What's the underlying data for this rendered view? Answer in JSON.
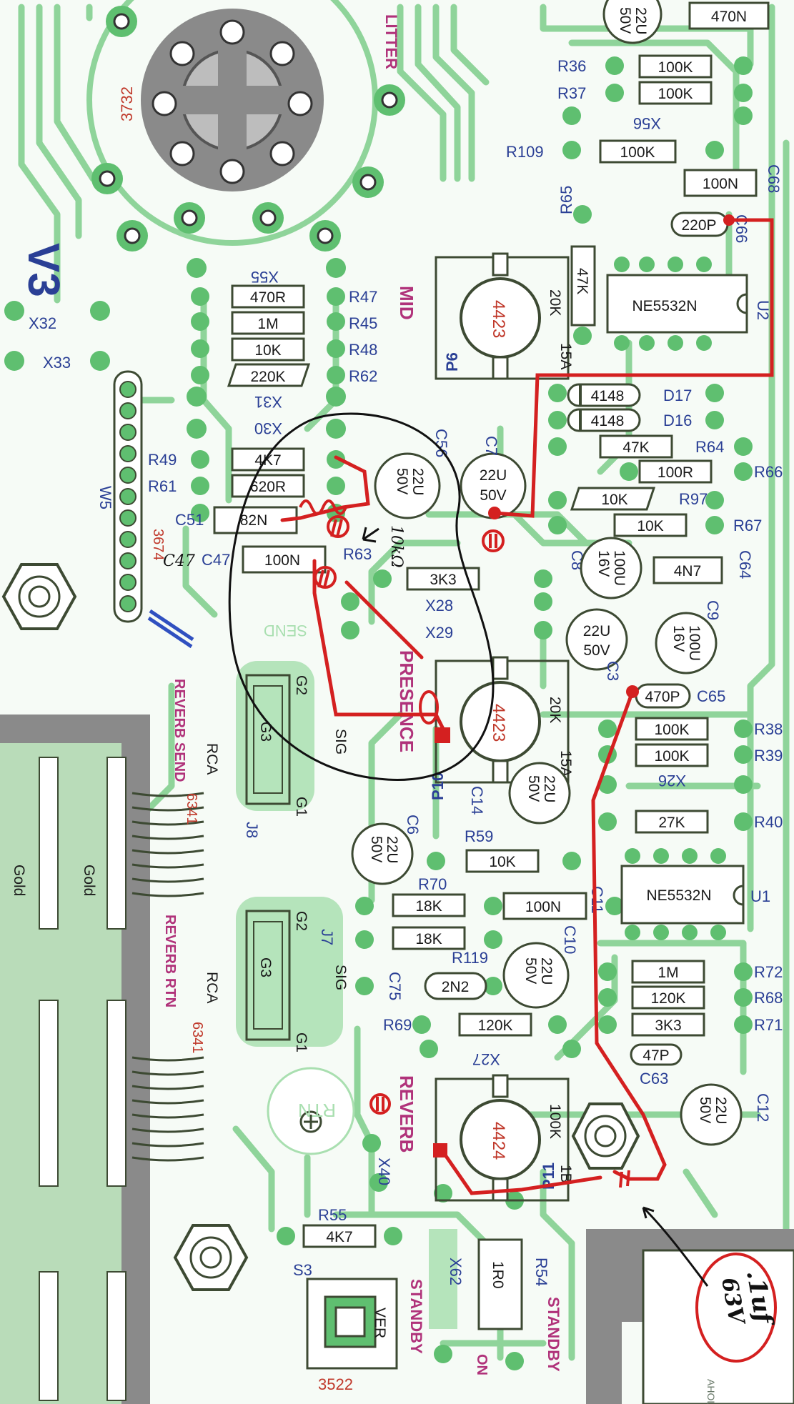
{
  "labels": {
    "r36": "R36",
    "r37": "R37",
    "r109": "R109",
    "r65": "R65",
    "c68": "C68",
    "c66": "C66",
    "r47": "R47",
    "r45": "R45",
    "r48": "R48",
    "r62": "R62",
    "r49": "R49",
    "r61": "R61",
    "c51": "C51",
    "c47": "C47",
    "c56": "C56",
    "c7": "C7",
    "r63": "R63",
    "c8": "C8",
    "r64": "R64",
    "r66": "R66",
    "r97": "R97",
    "r67": "R67",
    "c64": "C64",
    "c9": "C9",
    "c3": "C3",
    "c65": "C65",
    "r38": "R38",
    "r39": "R39",
    "r40": "R40",
    "c14": "C14",
    "c6": "C6",
    "r59": "R59",
    "r70": "R70",
    "c11": "C11",
    "c10": "C10",
    "r119": "R119",
    "c75": "C75",
    "r72": "R72",
    "r68": "R68",
    "r71": "R71",
    "r69": "R69",
    "c63": "C63",
    "c12": "C12",
    "r55": "R55",
    "r54": "R54",
    "d17": "D17",
    "d16": "D16",
    "u1": "U1",
    "u2": "U2",
    "p6": "P6",
    "p10": "P10",
    "p11": "P11",
    "j7": "J7",
    "j8": "J8",
    "s3": "S3",
    "w5": "W5",
    "v3": "V3",
    "x55": "X55",
    "x31": "X31",
    "x30": "X30",
    "x28": "X28",
    "x29": "X29",
    "x26": "X26",
    "x27": "X27",
    "x40": "X40",
    "x62": "X62",
    "x32": "X32",
    "x33": "X33",
    "x56": "X56",
    "g1a": "G1",
    "g2a": "G2",
    "g3a": "G3",
    "siga": "SIG",
    "g1b": "G1",
    "g2b": "G2",
    "g3b": "G3",
    "sigb": "SIG"
  },
  "values": {
    "c_top": "470N",
    "r36": "100K",
    "r37": "100K",
    "r109": "100K",
    "r65": "47K",
    "c68": "100N",
    "c66": "220P",
    "r47": "470R",
    "r45": "1M",
    "r48": "10K",
    "r62": "220K",
    "r49": "4K7",
    "r61": "620R",
    "c51": "82N",
    "c47": "100N",
    "r63": "3K3",
    "r64": "47K",
    "r66": "100R",
    "r97": "10K",
    "r67": "10K",
    "c64": "4N7",
    "c65": "470P",
    "r38": "100K",
    "r39": "100K",
    "r40": "27K",
    "r59": "10K",
    "r70": "18K",
    "c11": "100N",
    "r119": "18K",
    "c75": "2N2",
    "r72": "1M",
    "r68": "120K",
    "r71": "3K3",
    "r69": "120K",
    "c63": "47P",
    "r55": "4K7",
    "r54": "1R0",
    "d17": "4148",
    "d16": "4148",
    "u1": "NE5532N",
    "u2": "NE5532N",
    "p6": "20K",
    "p10": "20K",
    "p11": "100K",
    "p6_code": "4423",
    "p10_code": "4423",
    "p11_code": "4424",
    "tube_code": "3732",
    "w5_code": "3674",
    "j8_code": "6341",
    "j7_code": "6341",
    "s3_code": "3522",
    "p6_tag": "15A",
    "p10_tag": "15A",
    "p11_tag": "1B",
    "c56_cap": "22U",
    "c56_v": "50V",
    "c7_cap": "22U",
    "c7_v": "50V",
    "c8_cap": "100U",
    "c8_v": "16V",
    "c3_cap": "22U",
    "c3_v": "50V",
    "c9_cap": "100U",
    "c9_v": "16V",
    "c14_cap": "22U",
    "c14_v": "50V",
    "c6_cap": "22U",
    "c6_v": "50V",
    "c10_cap": "22U",
    "c10_v": "50V",
    "c12_cap": "22U",
    "c12_v": "50V",
    "cap_top_cap": "22U",
    "cap_top_v": "50V"
  },
  "silkscreen": {
    "mid": "MID",
    "presence": "PRESENCE",
    "reverb": "REVERB",
    "send": "SEND",
    "rtn": "RTN",
    "litter": "LITTER",
    "reverb_send": "REVERB SEND",
    "reverb_rtn": "REVERB RTN",
    "rca_a": "RCA",
    "rca_b": "RCA",
    "gold_a": "Gold",
    "gold_b": "Gold",
    "standby_a": "STANDBY",
    "standby_b": "STANDBY",
    "on": "ON",
    "ver": "VER"
  },
  "annotations": {
    "c47_hand": "C47",
    "r63_hand": "10kΩ",
    "cap_line1": ".1uf",
    "cap_line2": "63V"
  },
  "colors": {
    "board": "#f6fbf6",
    "trace": "#8fd49a",
    "pad": "#5fbf70",
    "hole": "#ffffff",
    "outline": "#3d4a33",
    "label": "#2a3f95",
    "pink_silk": "#b0327a",
    "mod_red": "#d42020",
    "mod_black": "#111111",
    "chassis": "#8a8a8a"
  }
}
